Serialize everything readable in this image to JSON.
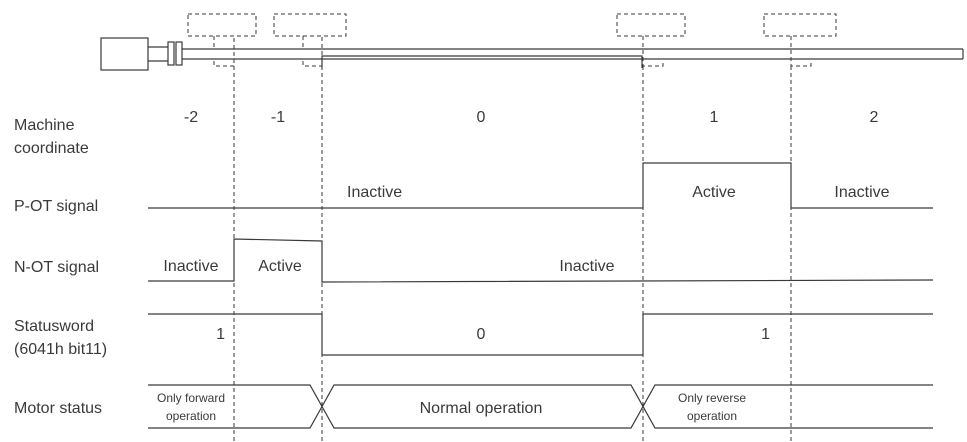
{
  "row_labels": {
    "machine_line1": "Machine",
    "machine_line2": "coordinate",
    "p_ot": "P-OT signal",
    "n_ot": "N-OT signal",
    "statusword_line1": "Statusword",
    "statusword_line2": "(6041h bit11)",
    "motor_status": "Motor status"
  },
  "coordinates": [
    "-2",
    "-1",
    "0",
    "1",
    "2"
  ],
  "p_ot_states": {
    "left": "Inactive",
    "middle": "Active",
    "right": "Inactive"
  },
  "n_ot_states": {
    "left": "Inactive",
    "middle": "Active",
    "right": "Inactive"
  },
  "statusword_values": {
    "left": "1",
    "middle": "0",
    "right": "1"
  },
  "motor_states": {
    "forward_line1": "Only forward",
    "forward_line2": "operation",
    "normal": "Normal operation",
    "reverse_line1": "Only reverse",
    "reverse_line2": "operation"
  }
}
